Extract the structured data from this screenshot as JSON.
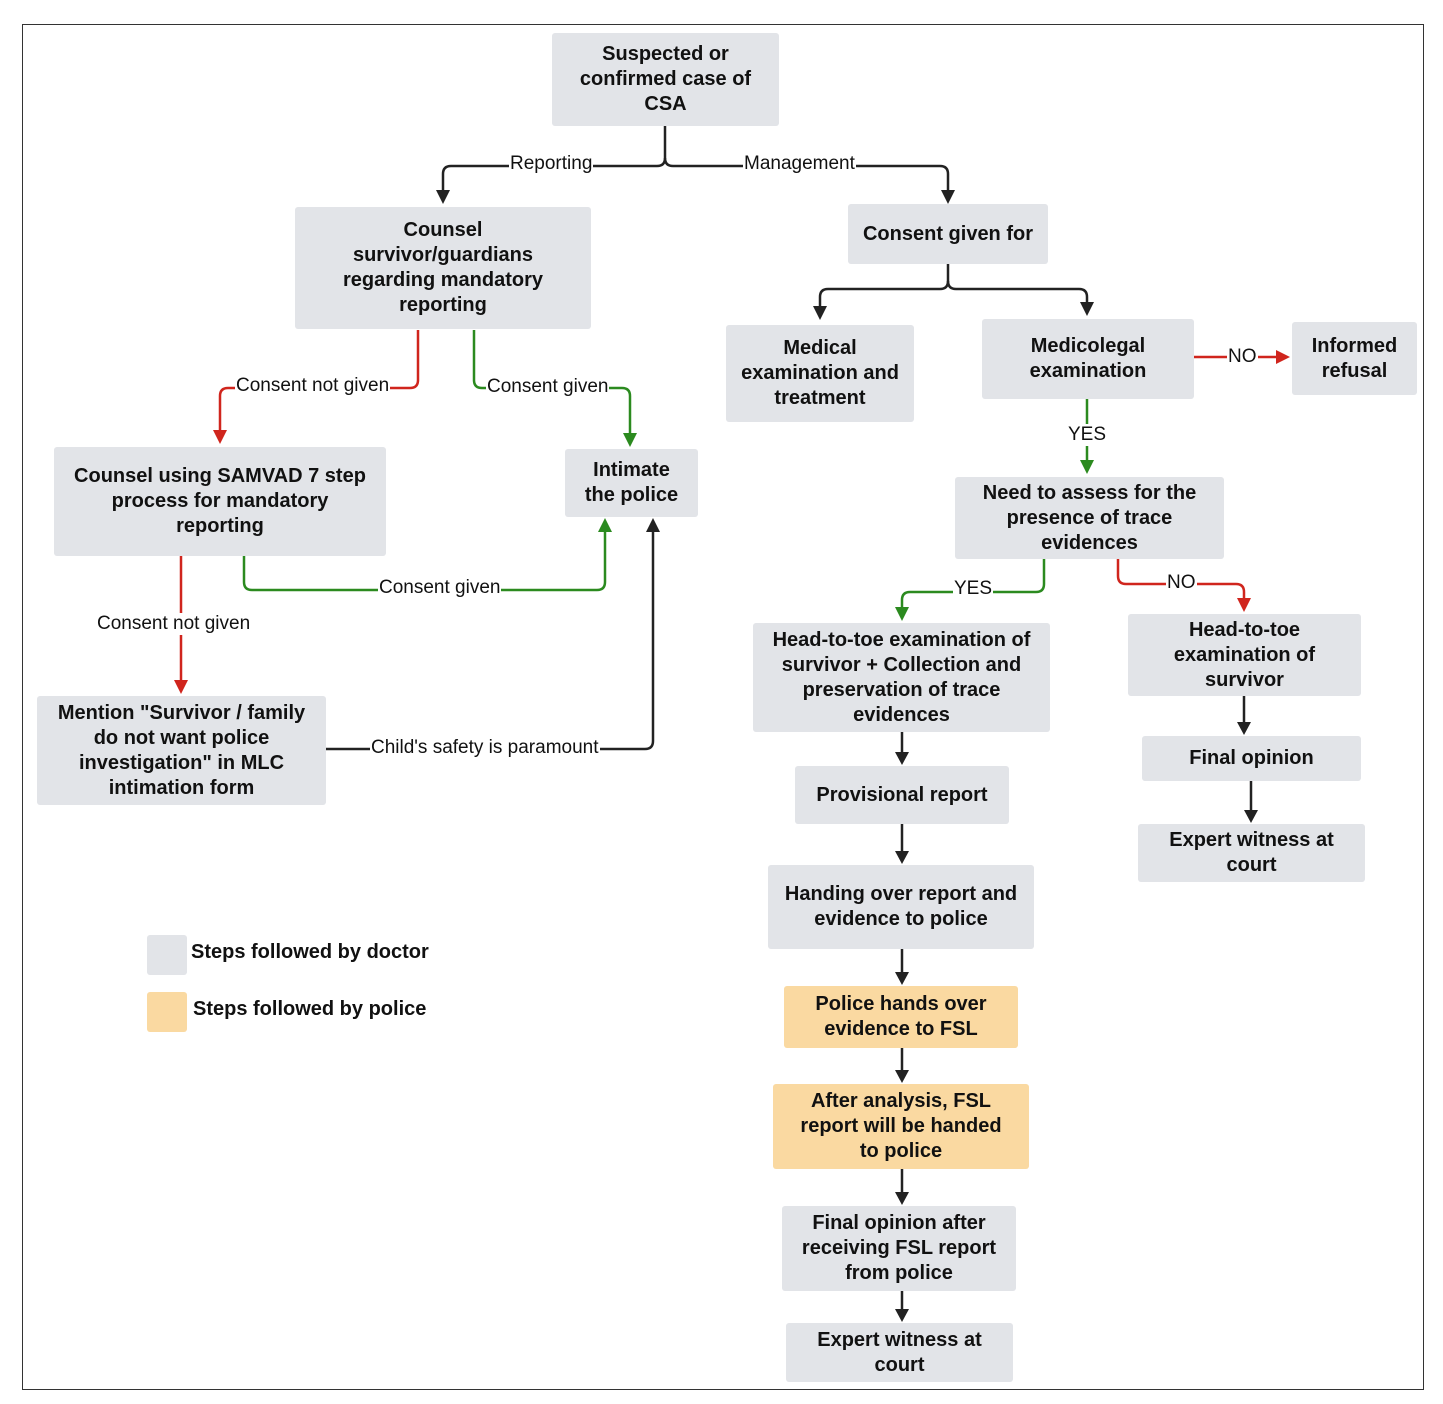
{
  "colors": {
    "doctor": "#e2e4e8",
    "police": "#fad9a1",
    "black": "#222222",
    "red": "#d0251d",
    "green": "#2b8a1f"
  },
  "nodes": {
    "start": "Suspected or\nconfirmed case of\nCSA",
    "counsel": "Counsel\nsurvivor/guardians\nregarding mandatory\nreporting",
    "samvad": "Counsel using SAMVAD 7 step\nprocess for mandatory\nreporting",
    "intimate": "Intimate\nthe police",
    "mention": "Mention \"Survivor / family\ndo not want police\ninvestigation\" in MLC\nintimation form",
    "consent_for": "Consent given for",
    "medical": "Medical\nexamination and\ntreatment",
    "medicolegal": "Medicolegal\nexamination",
    "refusal": "Informed\nrefusal",
    "need_assess": "Need to assess for the\npresence of trace\nevidences",
    "head_collect": "Head-to-toe examination of\nsurvivor + Collection and\npreservation of trace\nevidences",
    "head_only": "Head-to-toe\nexamination of\nsurvivor",
    "provisional": "Provisional report",
    "final_opinion": "Final opinion",
    "expert_right": "Expert witness at\ncourt",
    "handing": "Handing over report and\nevidence to police",
    "police_fsl": "Police hands over\nevidence to FSL",
    "after_analysis": "After analysis, FSL\nreport will be handed\nto police",
    "final_after": "Final opinion after\nreceiving FSL report\nfrom police",
    "expert_bottom": "Expert witness at\ncourt"
  },
  "edge_labels": {
    "reporting": "Reporting",
    "management": "Management",
    "consent_not_given_1": "Consent not given",
    "consent_given_1": "Consent given",
    "consent_given_2": "Consent given",
    "consent_not_given_2": "Consent not given",
    "childs_safety": "Child's safety is paramount",
    "no_refusal": "NO",
    "yes_medicolegal": "YES",
    "yes_trace": "YES",
    "no_trace": "NO"
  },
  "legend": {
    "doctor": "Steps followed by doctor",
    "police": "Steps followed by police"
  }
}
